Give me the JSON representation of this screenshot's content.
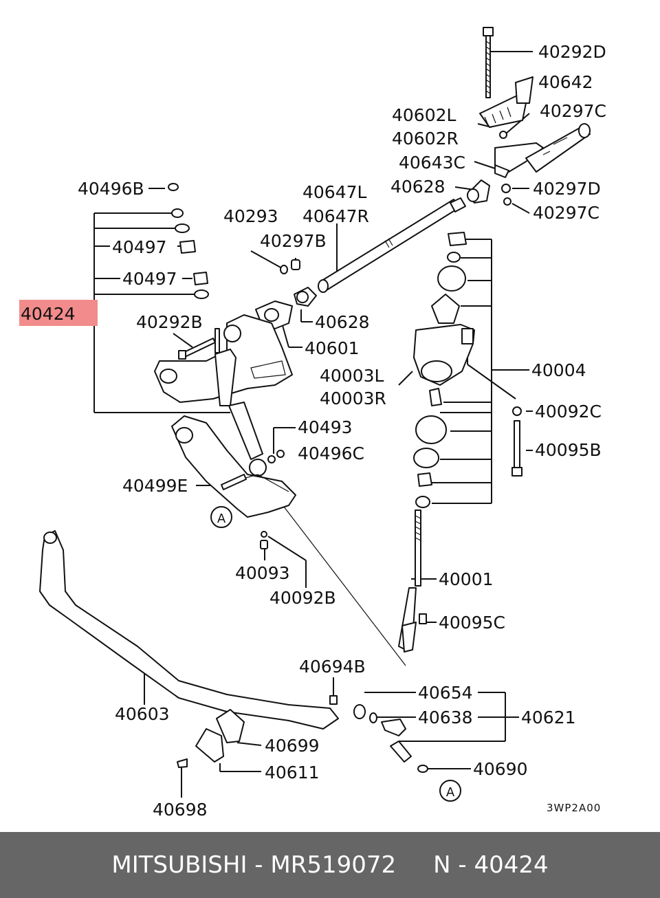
{
  "diagram": {
    "highlight_color": "#f28b8b",
    "highlighted_label": "40424",
    "drawing_code": "3WP2A00",
    "callout_letter": "A",
    "labels": {
      "l40292D": "40292D",
      "l40642": "40642",
      "l40297C_top": "40297C",
      "l40602L": "40602L",
      "l40602R": "40602R",
      "l40643C": "40643C",
      "l40628_top": "40628",
      "l40297D": "40297D",
      "l40297C_mid": "40297C",
      "l40647L": "40647L",
      "l40647R": "40647R",
      "l40496B": "40496B",
      "l40293": "40293",
      "l40297B": "40297B",
      "l40497_a": "40497",
      "l40497_b": "40497",
      "l40424": "40424",
      "l40292B": "40292B",
      "l40628_mid": "40628",
      "l40601": "40601",
      "l40004": "40004",
      "l40003L": "40003L",
      "l40003R": "40003R",
      "l40092C": "40092C",
      "l40095B": "40095B",
      "l40493": "40493",
      "l40496C": "40496C",
      "l40499E": "40499E",
      "l40093": "40093",
      "l40092B": "40092B",
      "l40001": "40001",
      "l40095C": "40095C",
      "l40694B": "40694B",
      "l40654": "40654",
      "l40638": "40638",
      "l40621": "40621",
      "l40603": "40603",
      "l40699": "40699",
      "l40611": "40611",
      "l40690": "40690",
      "l40698": "40698"
    }
  },
  "footer": {
    "text": "MITSUBISHI - MR519072     N - 40424",
    "background": "#666666"
  }
}
